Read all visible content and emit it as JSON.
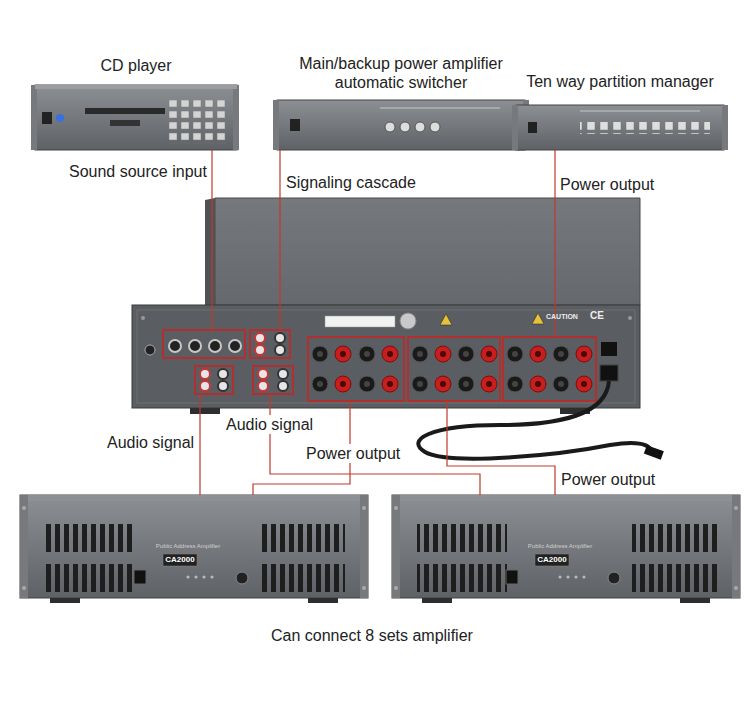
{
  "diagram": {
    "nodes": [
      {
        "text": [
          "CD player"
        ]
      },
      {
        "text": [
          "Main/backup power amplifier automatic switcher"
        ]
      },
      {
        "text": [
          "Ten way partition manager"
        ]
      },
      {
        "text": [
          "CAUTION",
          "CE"
        ]
      },
      {
        "text": [
          "Public Address Amplifier",
          "CA2000"
        ]
      },
      {
        "text": [
          "Public Address Amplifier",
          "CA2000"
        ]
      }
    ],
    "edges": [
      {
        "from": 0,
        "to": 3,
        "label": "Sound source input",
        "arrow": "none"
      },
      {
        "from": 1,
        "to": 3,
        "label": "Signaling cascade",
        "arrow": "none"
      },
      {
        "from": 2,
        "to": 3,
        "label": "Power output",
        "arrow": "none"
      },
      {
        "from": 3,
        "to": 4,
        "label": "Audio signal",
        "arrow": "none"
      },
      {
        "from": 3,
        "to": 5,
        "label": "Audio signal",
        "arrow": "none"
      },
      {
        "from": 3,
        "to": 4,
        "label": "Power output",
        "arrow": "none"
      },
      {
        "from": 3,
        "to": 5,
        "label": "Power output",
        "arrow": "none"
      }
    ],
    "labels": [
      "Can connect 8 sets amplifier"
    ]
  }
}
